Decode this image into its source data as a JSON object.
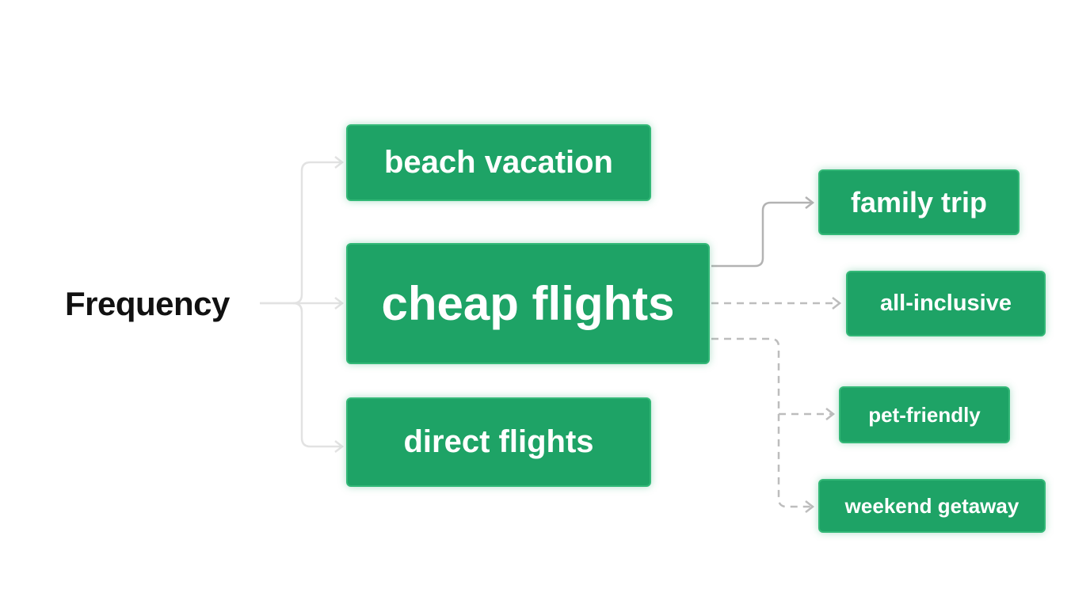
{
  "root": {
    "label": "Frequency"
  },
  "nodes": {
    "beach_vacation": "beach vacation",
    "cheap_flights": "cheap flights",
    "direct_flights": "direct flights",
    "family_trip": "family trip",
    "all_inclusive": "all-inclusive",
    "pet_friendly": "pet-friendly",
    "weekend_getaway": "weekend getaway"
  },
  "edges": [
    {
      "from": "Frequency",
      "to": "beach vacation",
      "style": "solid"
    },
    {
      "from": "Frequency",
      "to": "cheap flights",
      "style": "solid"
    },
    {
      "from": "Frequency",
      "to": "direct flights",
      "style": "solid"
    },
    {
      "from": "cheap flights",
      "to": "family trip",
      "style": "solid"
    },
    {
      "from": "cheap flights",
      "to": "all-inclusive",
      "style": "dashed"
    },
    {
      "from": "cheap flights",
      "to": "pet-friendly",
      "style": "dashed"
    },
    {
      "from": "cheap flights",
      "to": "weekend getaway",
      "style": "dashed"
    }
  ],
  "colors": {
    "node_fill": "#1ea366",
    "node_border": "#33b877",
    "node_text": "#ffffff",
    "root_text": "#111111",
    "connector_light": "#e2e2e2",
    "connector_solid": "#b3b3b3",
    "connector_dashed": "#bdbdbd"
  }
}
